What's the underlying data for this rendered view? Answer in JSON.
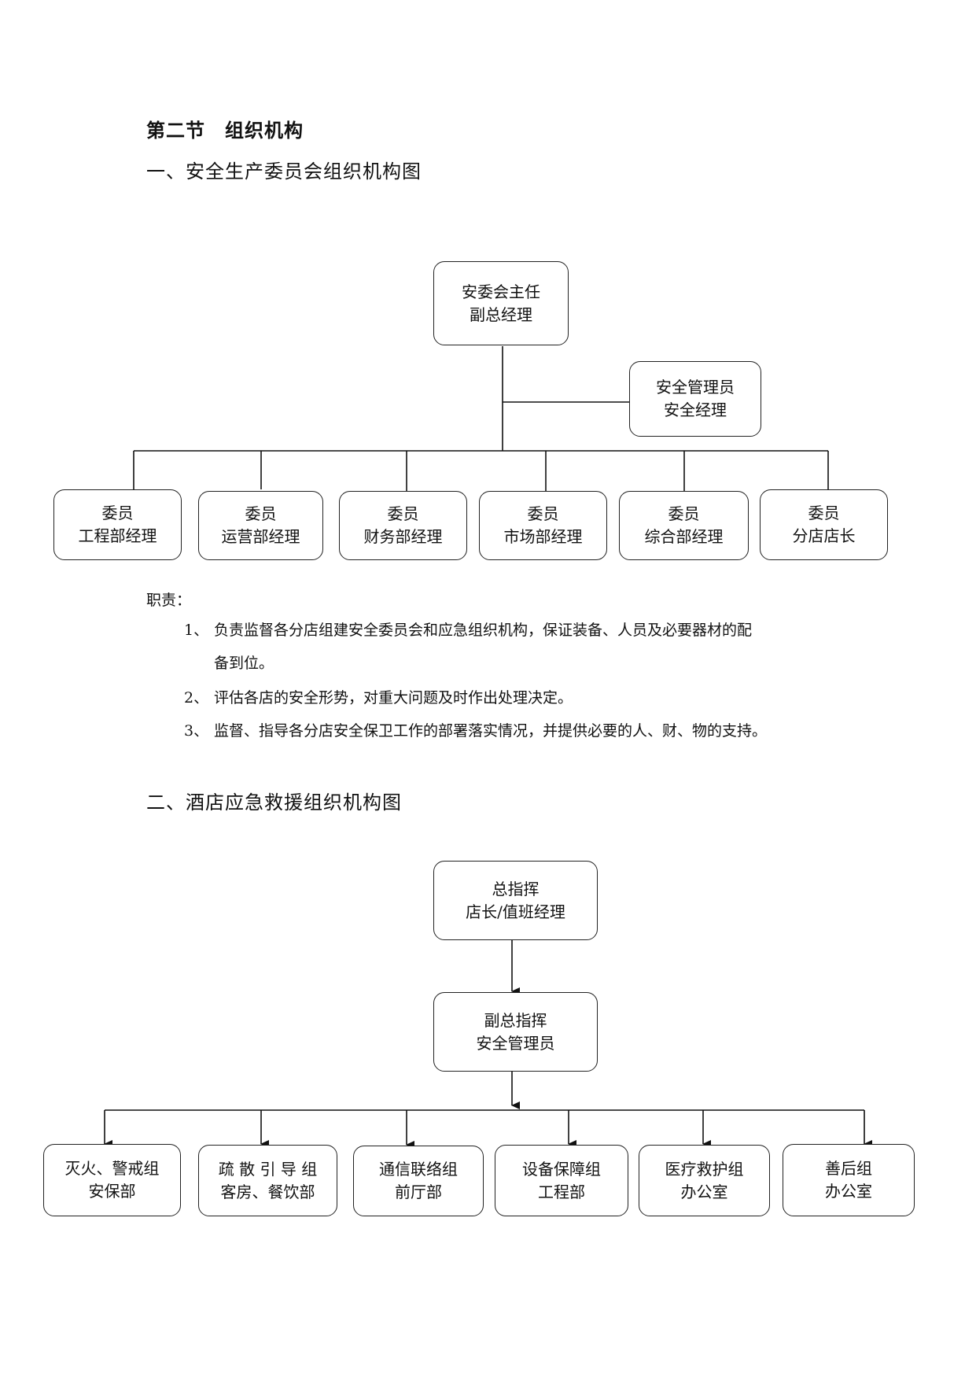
{
  "document": {
    "section_title": "第二节　组织机构",
    "chart1": {
      "heading": "一、安全生产委员会组织机构图",
      "top": {
        "line1": "安委会主任",
        "line2": "副总经理"
      },
      "side": {
        "line1": "安全管理员",
        "line2": "安全经理"
      },
      "members": [
        {
          "line1": "委员",
          "line2": "工程部经理"
        },
        {
          "line1": "委员",
          "line2": "运营部经理"
        },
        {
          "line1": "委员",
          "line2": "财务部经理"
        },
        {
          "line1": "委员",
          "line2": "市场部经理"
        },
        {
          "line1": "委员",
          "line2": "综合部经理"
        },
        {
          "line1": "委员",
          "line2": "分店店长"
        }
      ]
    },
    "duties": {
      "label": "职责：",
      "items": [
        {
          "num": "1、",
          "text": "负责监督各分店组建安全委员会和应急组织机构，保证装备、人员及必要器材的配",
          "cont": "备到位。"
        },
        {
          "num": "2、",
          "text": "评估各店的安全形势，对重大问题及时作出处理决定。",
          "cont": ""
        },
        {
          "num": "3、",
          "text": "监督、指导各分店安全保卫工作的部署落实情况，并提供必要的人、财、物的支持。",
          "cont": ""
        }
      ]
    },
    "chart2": {
      "heading": "二、酒店应急救援组织机构图",
      "top": {
        "line1": "总指挥",
        "line2": "店长/值班经理"
      },
      "deputy": {
        "line1": "副总指挥",
        "line2": "安全管理员"
      },
      "groups": [
        {
          "line1": "灭火、警戒组",
          "line2": "安保部"
        },
        {
          "line1": "疏 散 引 导 组",
          "line2": "客房、餐饮部"
        },
        {
          "line1": "通信联络组",
          "line2": "前厅部"
        },
        {
          "line1": "设备保障组",
          "line2": "工程部"
        },
        {
          "line1": "医疗救护组",
          "line2": "办公室"
        },
        {
          "line1": "善后组",
          "line2": "办公室"
        }
      ]
    }
  }
}
